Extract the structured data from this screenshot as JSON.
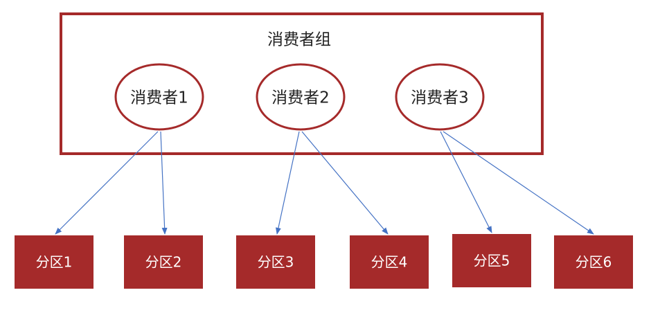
{
  "group": {
    "label": "消费者组"
  },
  "consumers": [
    {
      "id": "c1",
      "label": "消费者1"
    },
    {
      "id": "c2",
      "label": "消费者2"
    },
    {
      "id": "c3",
      "label": "消费者3"
    }
  ],
  "partitions": [
    {
      "id": "p1",
      "label": "分区1"
    },
    {
      "id": "p2",
      "label": "分区2"
    },
    {
      "id": "p3",
      "label": "分区3"
    },
    {
      "id": "p4",
      "label": "分区4"
    },
    {
      "id": "p5",
      "label": "分区5"
    },
    {
      "id": "p6",
      "label": "分区6"
    }
  ],
  "assignments": [
    {
      "from": "c1",
      "to": "p1"
    },
    {
      "from": "c1",
      "to": "p2"
    },
    {
      "from": "c2",
      "to": "p3"
    },
    {
      "from": "c2",
      "to": "p4"
    },
    {
      "from": "c3",
      "to": "p5"
    },
    {
      "from": "c3",
      "to": "p6"
    }
  ],
  "colors": {
    "accent_red": "#a52a2a",
    "arrow_blue": "#4472c4",
    "text_dark": "#222222",
    "text_light": "#ffffff"
  }
}
